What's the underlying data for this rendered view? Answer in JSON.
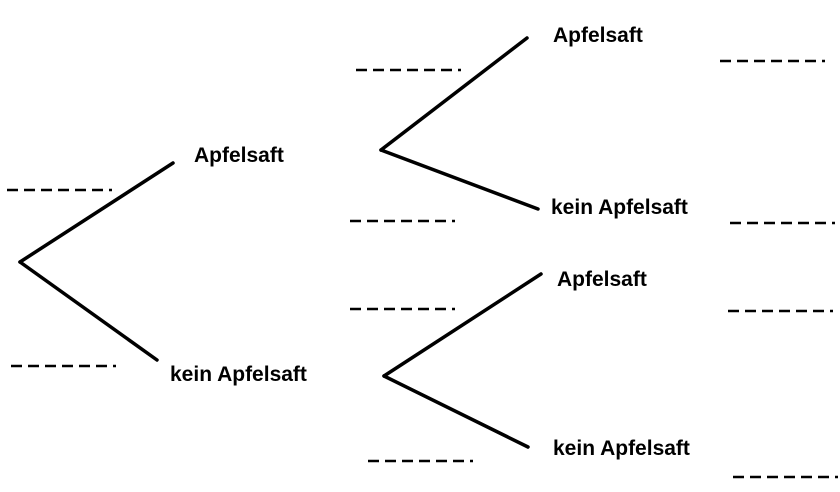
{
  "tree": {
    "level1": {
      "upper": "Apfelsaft",
      "lower": "kein Apfelsaft"
    },
    "level2_from_upper": {
      "upper": "Apfelsaft",
      "lower": "kein Apfelsaft"
    },
    "level2_from_lower": {
      "upper": "Apfelsaft",
      "lower": "kein Apfelsaft"
    }
  },
  "colors": {
    "lines": "#000000",
    "background": "#ffffff"
  }
}
